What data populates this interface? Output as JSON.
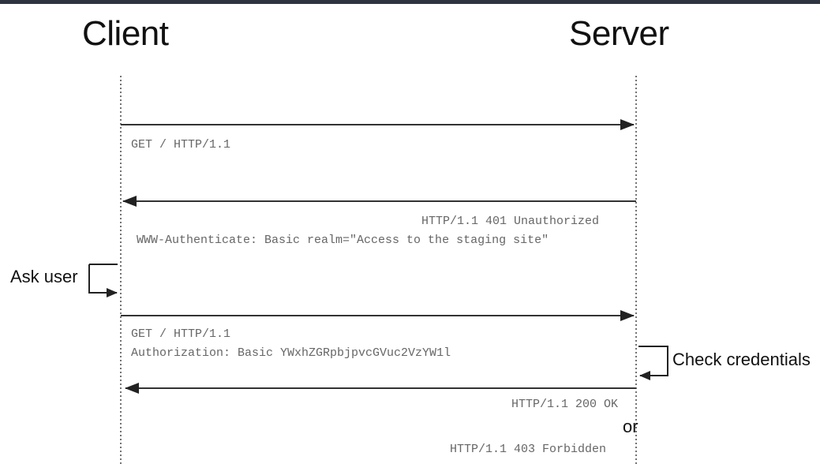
{
  "actors": {
    "client": "Client",
    "server": "Server"
  },
  "messages": {
    "m1": {
      "line1": "GET / HTTP/1.1"
    },
    "m2": {
      "line1": "HTTP/1.1 401 Unauthorized",
      "line2": "WWW-Authenticate: Basic realm=\"Access to the staging site\""
    },
    "m3": {
      "line1": "GET / HTTP/1.1",
      "line2": "Authorization: Basic YWxhZGRpbjpvcGVuc2VzYW1l"
    },
    "m4": {
      "line1": "HTTP/1.1 200 OK",
      "or": "or",
      "line2": "HTTP/1.1 403 Forbidden"
    }
  },
  "notes": {
    "client": "Ask user",
    "server": "Check credentials"
  }
}
